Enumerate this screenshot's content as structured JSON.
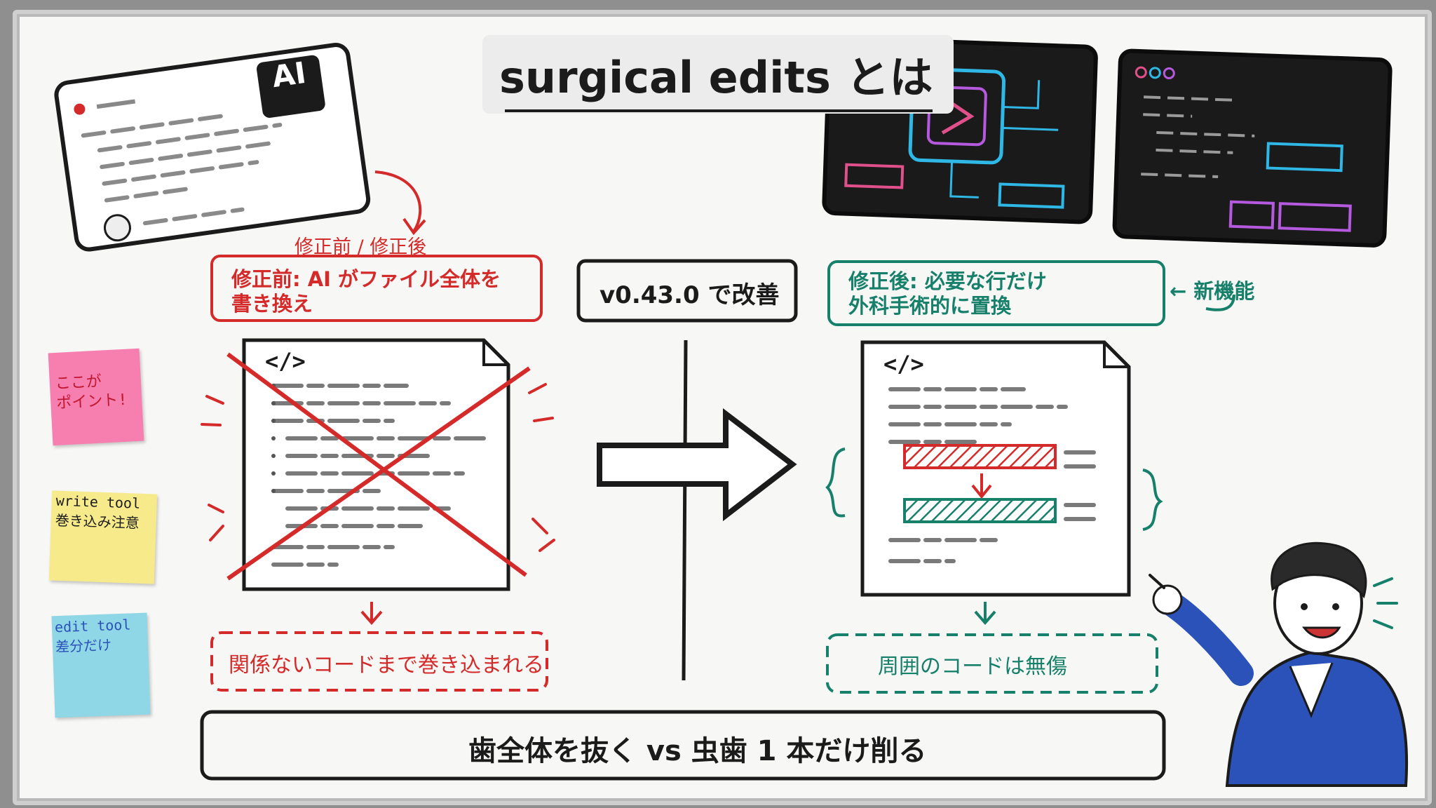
{
  "title": "surgical edits とは",
  "top_caption": "修正前 / 修正後",
  "left_box": {
    "line1": "修正前: AI がファイル全体を",
    "line2": "書き換え"
  },
  "center_box": "v0.43.0 で改善",
  "right_box": {
    "line1": "修正後: 必要な行だけ",
    "line2": "外科手術的に置換"
  },
  "new_feature": "← 新機能",
  "left_result": "関係ないコードまで巻き込まれる",
  "right_result": "周囲のコードは無傷",
  "bottom_banner": "歯全体を抜く vs 虫歯 1 本だけ削る",
  "stickies": [
    {
      "line1": "ここが",
      "line2": "ポイント!",
      "color": "#f77fb0"
    },
    {
      "line1": "write tool",
      "line2": "巻き込み注意",
      "color": "#f7ea8a"
    },
    {
      "line1": "edit tool",
      "line2": "差分だけ",
      "color": "#8fd6e6"
    }
  ],
  "code_glyph": "</>",
  "ai_badge": "AI",
  "colors": {
    "red": "#d42a2a",
    "green": "#17806a",
    "ink": "#1b1b1b",
    "cyan": "#2fb8e6",
    "pink": "#e0508a",
    "blue_jacket": "#2b52b8"
  }
}
